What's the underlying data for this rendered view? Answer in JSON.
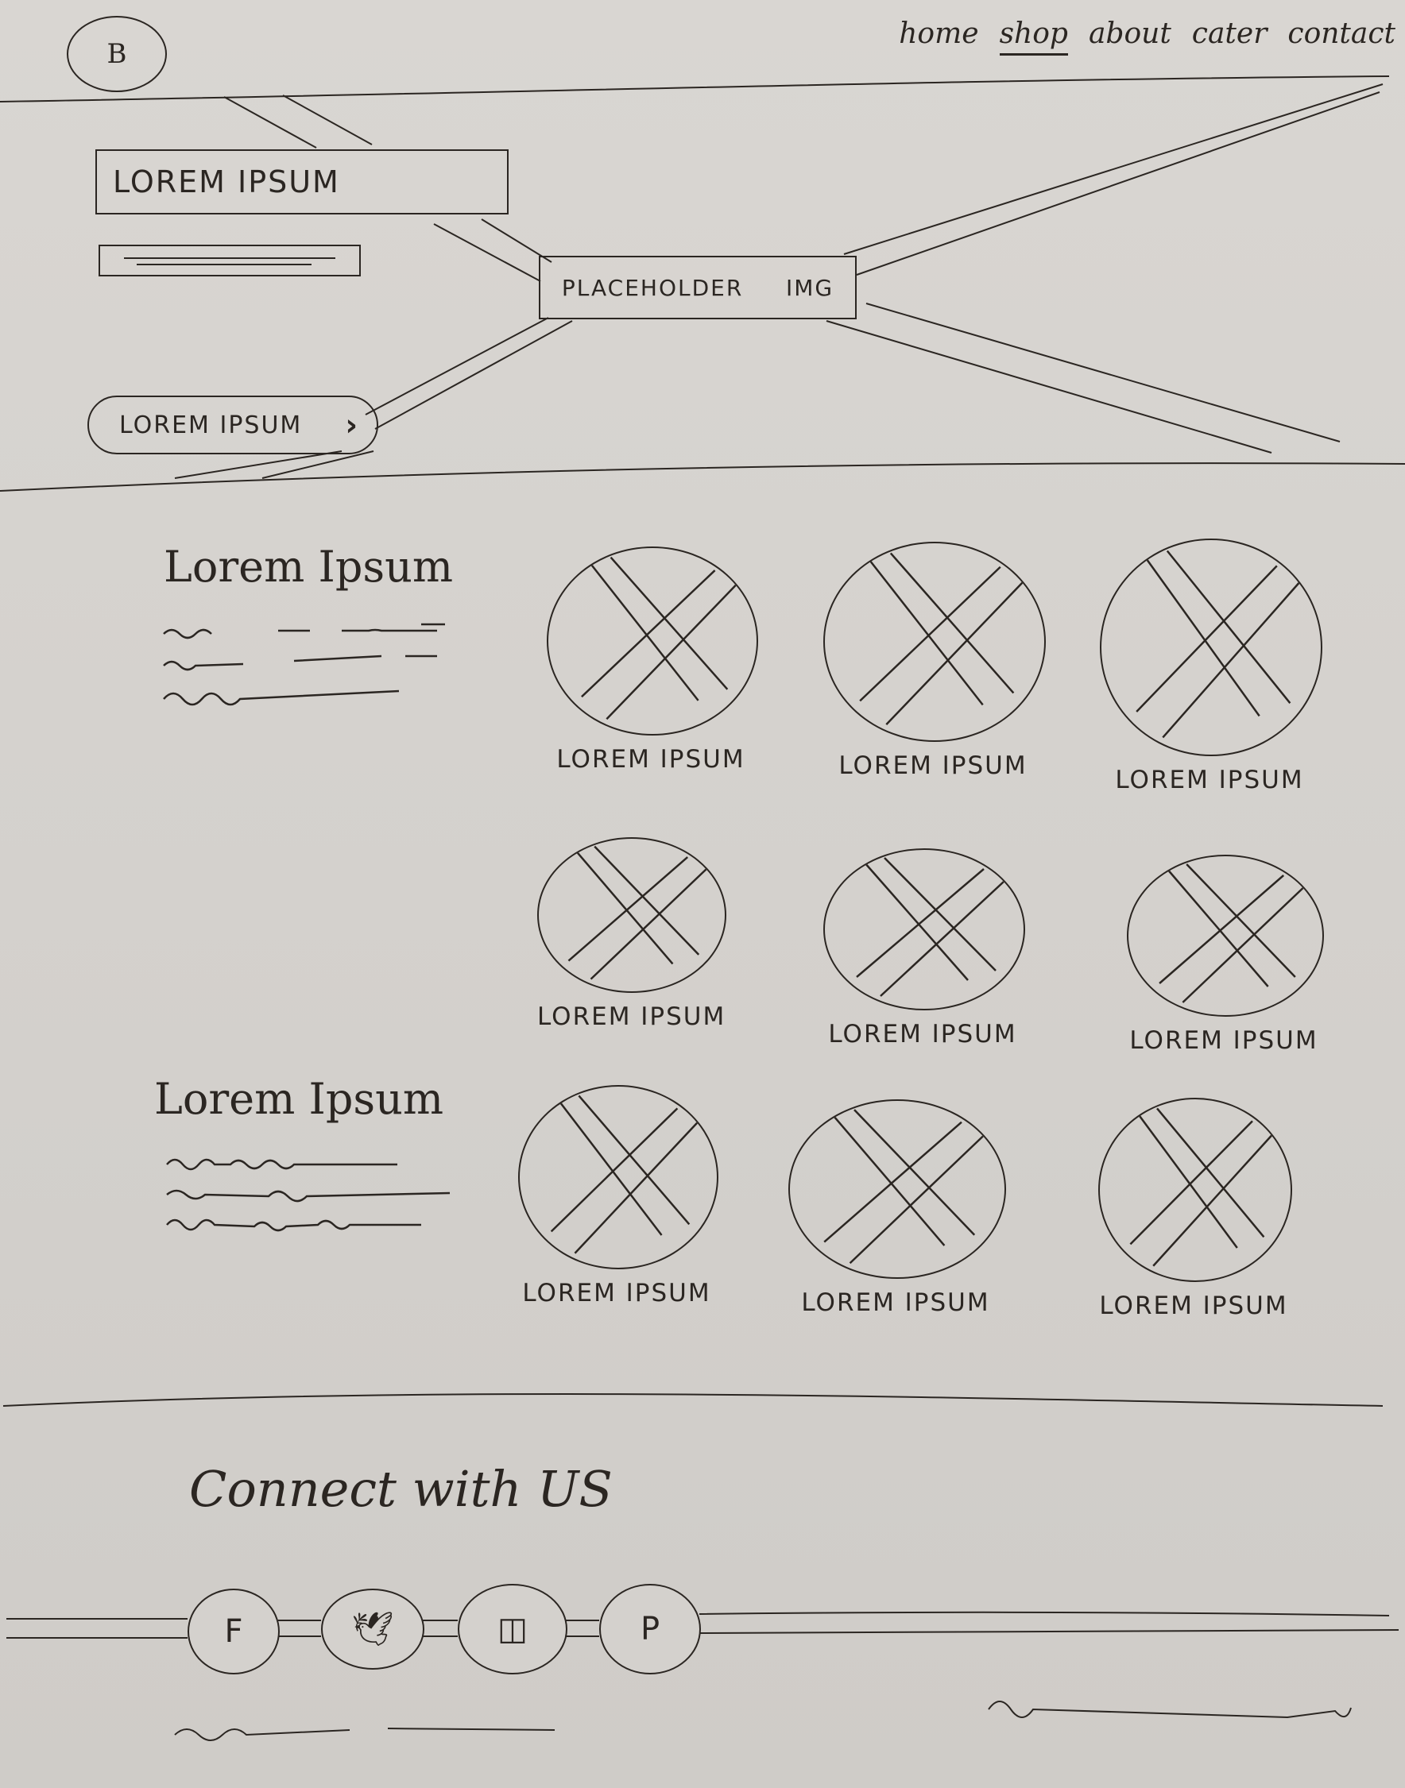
{
  "header": {
    "logo_letter": "B",
    "nav": [
      "home",
      "shop",
      "about",
      "cater",
      "contact"
    ],
    "active_nav": "shop"
  },
  "hero": {
    "title": "LOREM IPSUM",
    "image_placeholder": [
      "PLACEHOLDER",
      "IMG"
    ],
    "cta_label": "LOREM IPSUM"
  },
  "section_one": {
    "title": "Lorem Ipsum"
  },
  "section_two": {
    "title": "Lorem Ipsum"
  },
  "products": [
    {
      "label": "LOREM IPSUM"
    },
    {
      "label": "LOREM IPSUM"
    },
    {
      "label": "LOREM IPSUM"
    },
    {
      "label": "LOREM IPSUM"
    },
    {
      "label": "LOREM IPSUM"
    },
    {
      "label": "LOREM IPSUM"
    },
    {
      "label": "LOREM IPSUM"
    },
    {
      "label": "LOREM IPSUM"
    },
    {
      "label": "LOREM IPSUM"
    }
  ],
  "footer": {
    "connect_title": "Connect with US",
    "social": [
      {
        "icon": "facebook-icon",
        "glyph": "F"
      },
      {
        "icon": "twitter-bird-icon",
        "glyph": "🕊"
      },
      {
        "icon": "instagram-icon",
        "glyph": "◫"
      },
      {
        "icon": "pinterest-icon",
        "glyph": "P"
      }
    ]
  }
}
